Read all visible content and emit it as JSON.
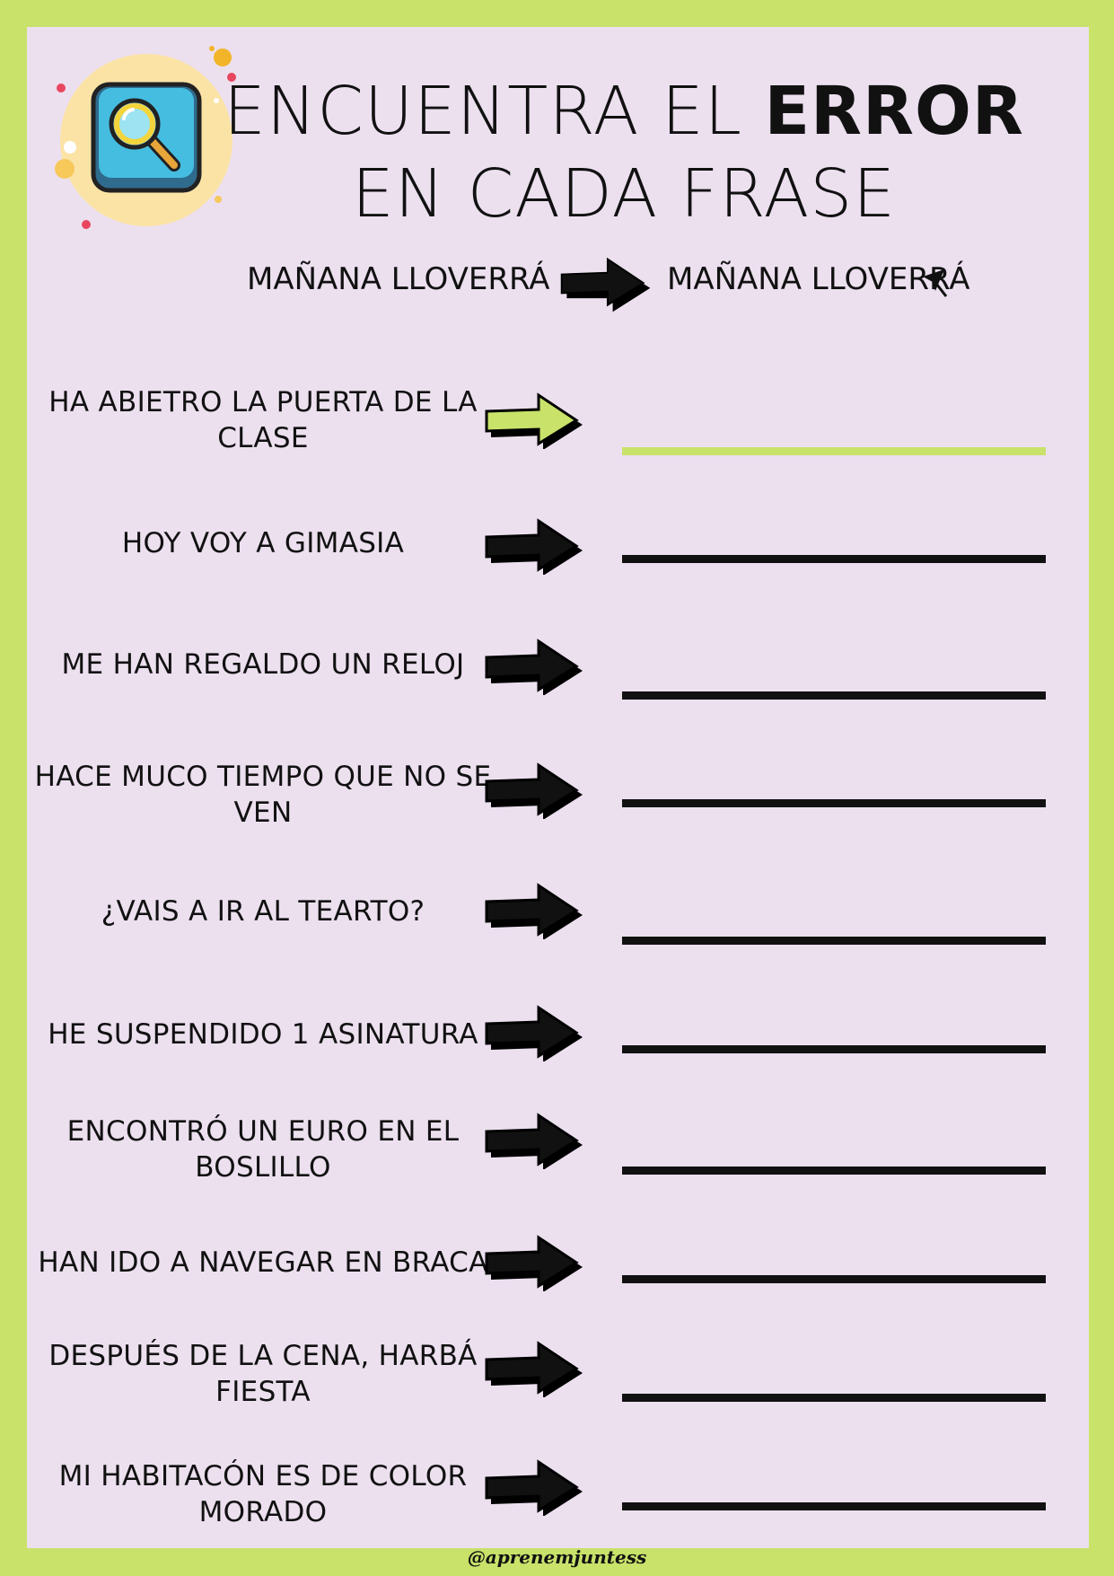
{
  "title": {
    "line1_prefix": "ENCUENTRA EL ",
    "line1_bold": "ERROR",
    "line2": "EN CADA FRASE"
  },
  "example": {
    "left": "MAÑANA LLOVERRÁ",
    "right": "MAÑANA LLOVERRÁ"
  },
  "icons": {
    "logo": "magnifier-icon",
    "arrow": "right-arrow-icon"
  },
  "colors": {
    "frame": "#c8e26a",
    "sheet": "#ece0ef",
    "ink": "#111111",
    "highlight": "#c8e26a"
  },
  "sentences": [
    "HA ABIETRO LA PUERTA DE LA CLASE",
    "HOY VOY A GIMASIA",
    "ME HAN REGALDO UN RELOJ",
    "HACE MUCO TIEMPO QUE NO SE VEN",
    "¿VAIS A IR AL TEARTO?",
    "HE SUSPENDIDO 1 ASINATURA",
    "ENCONTRÓ UN EURO EN EL BOSLILLO",
    "HAN IDO A NAVEGAR EN BRACA",
    "DESPUÉS DE LA CENA, HARBÁ FIESTA",
    "MI HABITACÓN ES DE COLOR MORADO"
  ],
  "footer": "@aprenemjuntess"
}
